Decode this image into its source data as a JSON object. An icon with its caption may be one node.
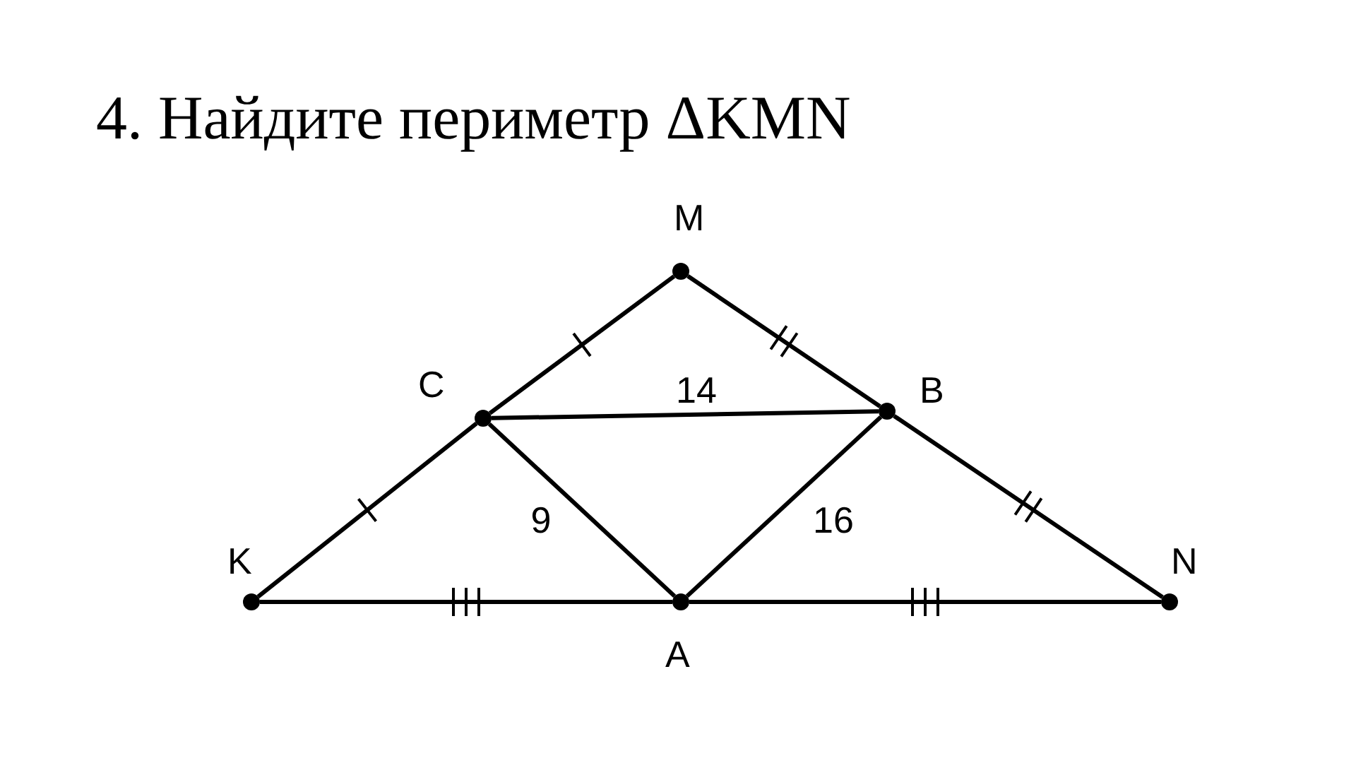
{
  "diagram": {
    "title": "4. Найдите периметр ΔKMN",
    "nodes": [
      {
        "text": [
          "M"
        ]
      },
      {
        "text": [
          "C"
        ]
      },
      {
        "text": [
          "B"
        ]
      },
      {
        "text": [
          "K"
        ]
      },
      {
        "text": [
          "N"
        ]
      },
      {
        "text": [
          "A"
        ]
      }
    ],
    "edges": [
      {
        "from": 0,
        "to": 1,
        "arrow": "none"
      },
      {
        "from": 0,
        "to": 2,
        "arrow": "none"
      },
      {
        "from": 1,
        "to": 2,
        "arrow": "none",
        "label": "14"
      },
      {
        "from": 1,
        "to": 3,
        "arrow": "none"
      },
      {
        "from": 1,
        "to": 5,
        "arrow": "none",
        "label": "9"
      },
      {
        "from": 2,
        "to": 5,
        "arrow": "none",
        "label": "16"
      },
      {
        "from": 2,
        "to": 4,
        "arrow": "none"
      },
      {
        "from": 3,
        "to": 5,
        "arrow": "none"
      },
      {
        "from": 5,
        "to": 4,
        "arrow": "none"
      }
    ]
  }
}
